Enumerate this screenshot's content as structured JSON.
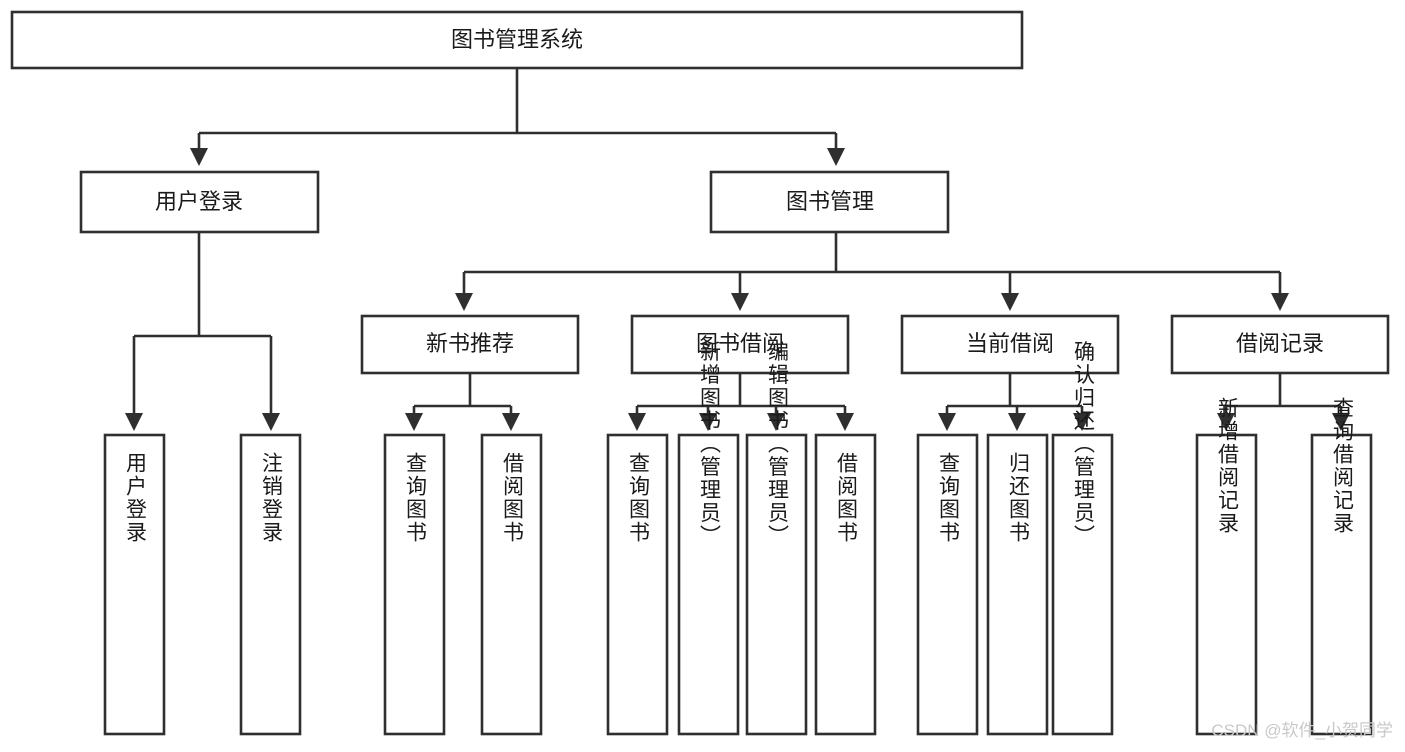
{
  "diagram": {
    "type": "tree",
    "title": "图书管理系统",
    "colors": {
      "box_stroke": "#2f2f2f",
      "box_fill": "#ffffff",
      "text": "#1a1a1a",
      "background": "#ffffff",
      "watermark": "#c9c9c9"
    },
    "root": {
      "label": "图书管理系统"
    },
    "level2": [
      {
        "label": "用户登录"
      },
      {
        "label": "图书管理"
      }
    ],
    "level3": [
      {
        "label": "新书推荐"
      },
      {
        "label": "图书借阅"
      },
      {
        "label": "当前借阅"
      },
      {
        "label": "借阅记录"
      }
    ],
    "leaves": {
      "user_login": [
        {
          "label": "用户登录"
        },
        {
          "label": "注销登录"
        }
      ],
      "new_book_recommend": [
        {
          "label": "查询图书"
        },
        {
          "label": "借阅图书"
        }
      ],
      "book_borrow": [
        {
          "label": "查询图书"
        },
        {
          "label": "新增图书（管理员）"
        },
        {
          "label": "编辑图书（管理员）"
        },
        {
          "label": "借阅图书"
        }
      ],
      "current_borrow": [
        {
          "label": "查询图书"
        },
        {
          "label": "归还图书"
        },
        {
          "label": "确认归还（管理员）"
        }
      ],
      "borrow_record": [
        {
          "label": "新增借阅记录"
        },
        {
          "label": "查询借阅记录"
        }
      ]
    }
  },
  "watermark": {
    "text": "CSDN @软件_小贺同学"
  }
}
